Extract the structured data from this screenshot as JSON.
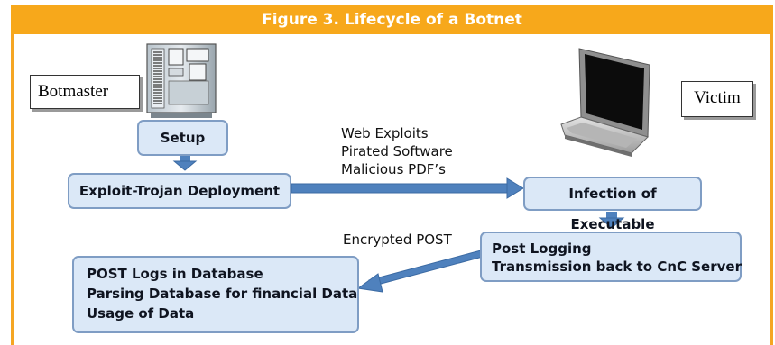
{
  "figure": {
    "number": "Figure 3.",
    "title": "Lifecycle of a Botnet"
  },
  "actors": {
    "botmaster_label": "Botmaster",
    "victim_label": "Victim"
  },
  "steps": {
    "setup": "Setup",
    "deployment": "Exploit-Trojan Deployment",
    "infection": "Infection of Executable",
    "post_logging": {
      "line1": "Post Logging",
      "line2": "Transmission back to CnC Server"
    },
    "database": {
      "line1": "POST Logs in Database",
      "line2": "Parsing Database for financial Data",
      "line3": "Usage of Data"
    }
  },
  "annotations": {
    "infection_vectors": [
      "Web Exploits",
      "Pirated Software",
      "Malicious PDF’s"
    ],
    "transmission": "Encrypted POST"
  },
  "colors": {
    "title_bar": "#f7a81b",
    "step_fill": "#dbe8f7",
    "step_border": "#7f9dc4",
    "arrow_fill": "#4f81bd"
  },
  "icons": {
    "server": "server-tower-icon",
    "laptop": "laptop-icon"
  }
}
